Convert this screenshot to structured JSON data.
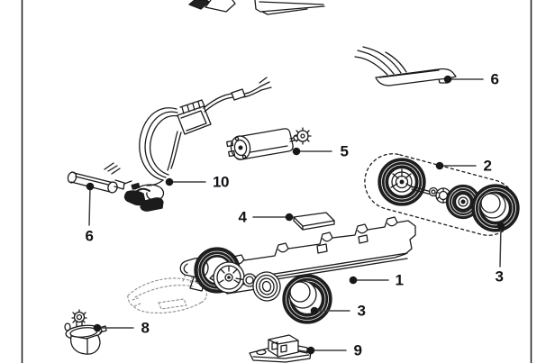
{
  "page": {
    "background": "#ffffff",
    "frame_color": "#1a1a1a",
    "line_color": "#1a1a1a",
    "label_color": "#101317",
    "leader_color": "#3f3f3f",
    "ghost_line_color": "#8c8c8c"
  },
  "parts": [
    {
      "number": "6"
    },
    {
      "number": "5"
    },
    {
      "number": "2"
    },
    {
      "number": "10"
    },
    {
      "number": "6"
    },
    {
      "number": "4"
    },
    {
      "number": "1"
    },
    {
      "number": "3"
    },
    {
      "number": "3"
    },
    {
      "number": "8"
    },
    {
      "number": "9"
    }
  ]
}
